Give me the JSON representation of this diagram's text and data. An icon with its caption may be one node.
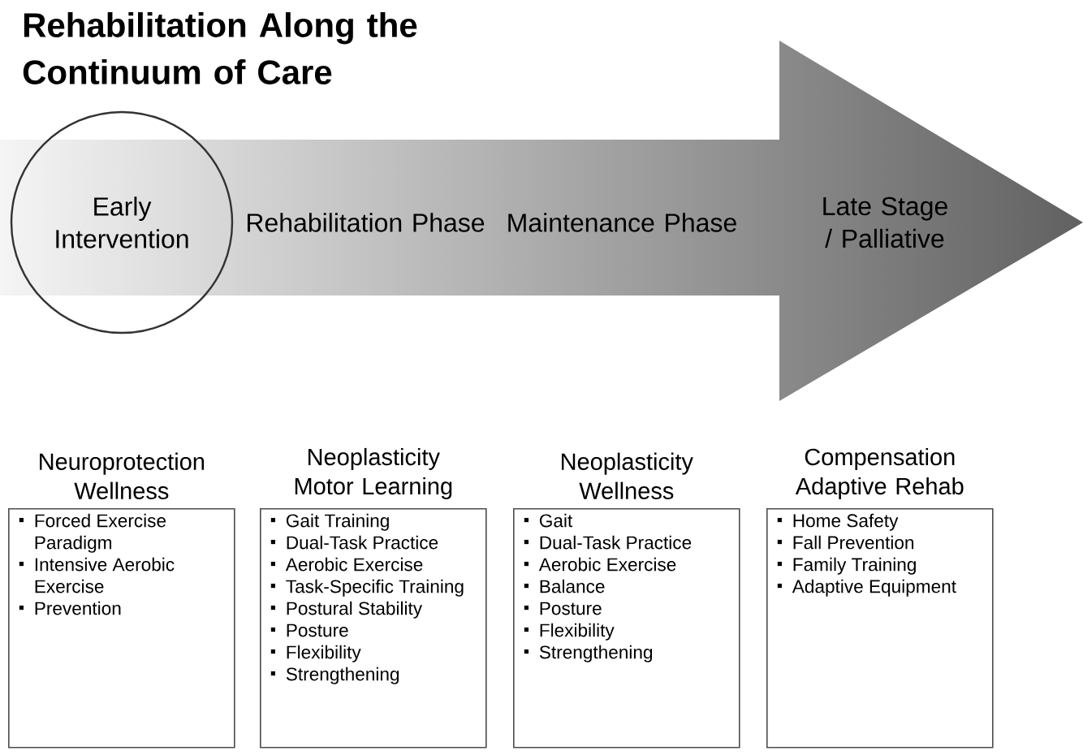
{
  "diagram": {
    "title": "Rehabilitation Along the Continuum of Care",
    "nodes": [
      {
        "text": [
          "Early Intervention"
        ]
      },
      {
        "text": [
          "Neuroprotection Wellness",
          "Forced Exercise Paradigm",
          "Intensive Aerobic Exercise",
          "Prevention"
        ]
      },
      {
        "text": [
          "Neoplasticity Motor Learning",
          "Gait Training",
          "Dual-Task Practice",
          "Aerobic Exercise",
          "Task-Specific Training",
          "Postural Stability",
          "Posture",
          "Flexibility",
          "Strengthening"
        ]
      },
      {
        "text": [
          "Neoplasticity Wellness",
          "Gait",
          "Dual-Task Practice",
          "Aerobic Exercise",
          "Balance",
          "Posture",
          "Flexibility",
          "Strengthening"
        ]
      },
      {
        "text": [
          "Compensation Adaptive Rehab",
          "Home Safety",
          "Fall Prevention",
          "Family Training",
          "Adaptive Equipment"
        ]
      }
    ],
    "labels": [
      "Rehabilitation Phase",
      "Maintenance Phase",
      "Late Stage / Palliative"
    ]
  }
}
